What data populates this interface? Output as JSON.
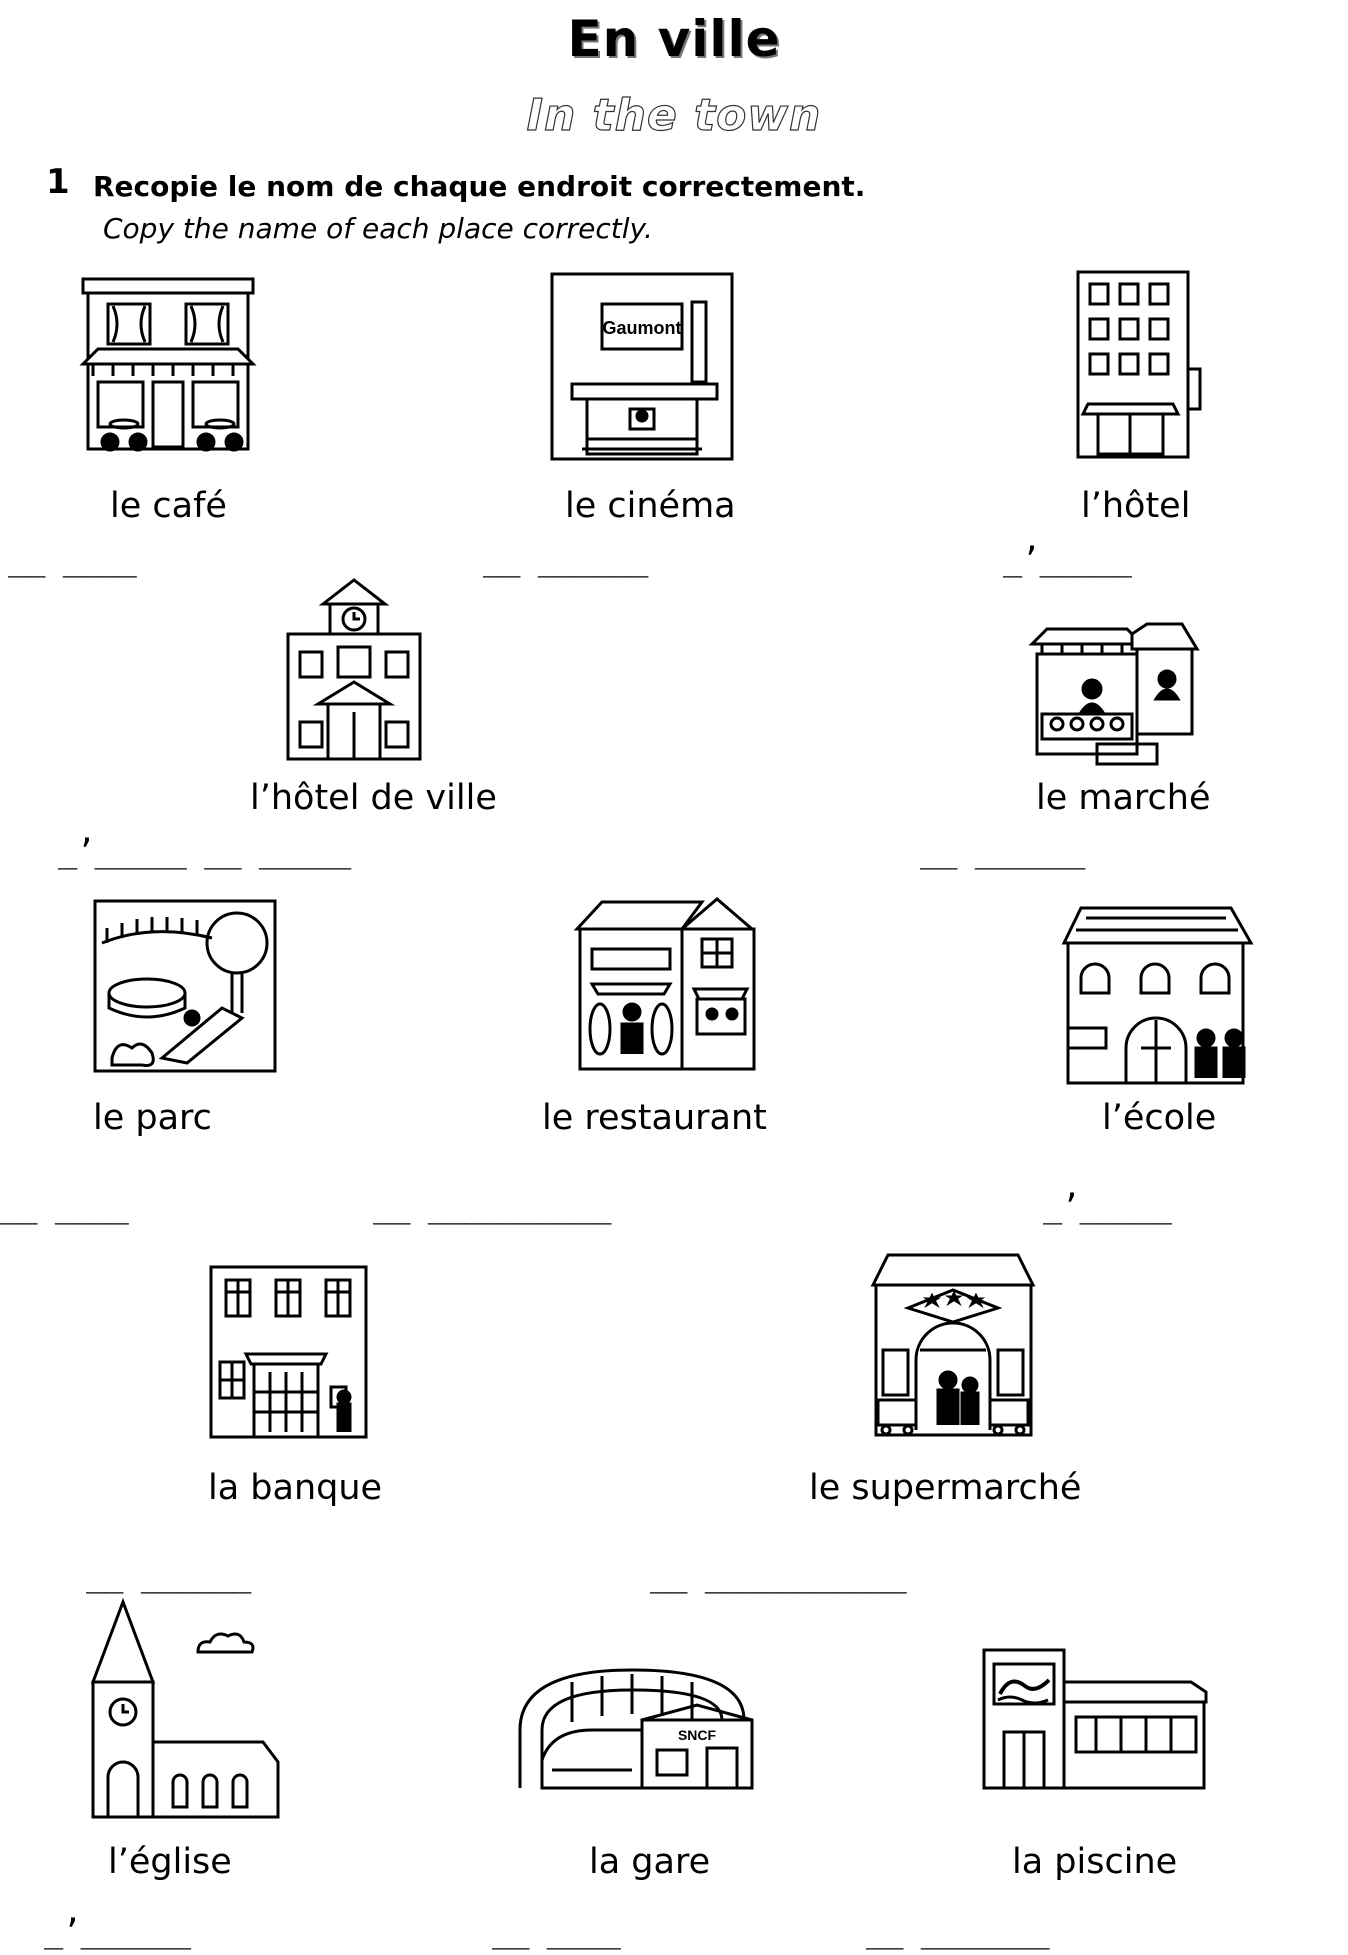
{
  "title": "En ville",
  "subtitle": "In the town",
  "question": {
    "number": "1",
    "text": "Recopie le nom de chaque endroit correctement.",
    "translation": "Copy the name of each place correctly."
  },
  "places": [
    {
      "label": "le café",
      "blank": "__ ____"
    },
    {
      "label": "le cinéma",
      "blank": "__ ______"
    },
    {
      "label": "l’hôtel",
      "blank": "_’_____"
    },
    {
      "label": "l’hôtel de ville",
      "blank": "_’_____ __ _____"
    },
    {
      "label": "le marché",
      "blank": "__ ______"
    },
    {
      "label": "le parc",
      "blank": "__ ____"
    },
    {
      "label": "le restaurant",
      "blank": "__ __________"
    },
    {
      "label": "l’école",
      "blank": "_’_____"
    },
    {
      "label": "la banque",
      "blank": "__ ______"
    },
    {
      "label": "le supermarché",
      "blank": "__ ___________"
    },
    {
      "label": "l’église",
      "blank": "_’______"
    },
    {
      "label": "la gare",
      "blank": "__ ____"
    },
    {
      "label": "la piscine",
      "blank": "__ _______"
    }
  ],
  "signs": {
    "cinema": "Gaumont",
    "station": "SNCF"
  },
  "icons": [
    "cafe-icon",
    "cinema-icon",
    "hotel-icon",
    "town-hall-icon",
    "market-icon",
    "park-icon",
    "restaurant-icon",
    "school-icon",
    "bank-icon",
    "supermarket-icon",
    "church-icon",
    "train-station-icon",
    "swimming-pool-icon"
  ]
}
